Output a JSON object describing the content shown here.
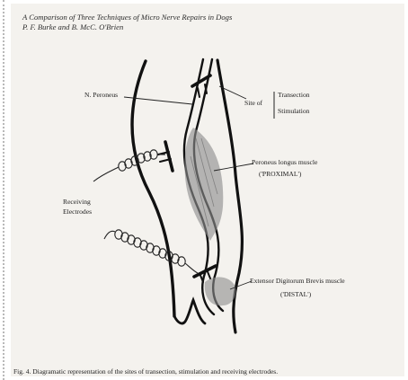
{
  "header": {
    "title": "A Comparison of Three Techniques of Micro Nerve Repairs in Dogs",
    "authors": "P. F. Burke and B. McC. O'Brien"
  },
  "figure": {
    "labels": {
      "nerve": "N. Peroneus",
      "site_of": "Site of",
      "transection": "Transection",
      "stimulation": "Stimulation",
      "muscle_proximal": "Peroneus longus muscle",
      "proximal": "('PROXIMAL')",
      "receiving_1": "Receiving",
      "receiving_2": "Electrodes",
      "muscle_distal": "Extensor Digitorum Brevis muscle",
      "distal": "('DISTAL')"
    }
  },
  "caption": "Fig. 4.  Diagramatic representation of the sites of transection, stimulation and receiving electrodes."
}
